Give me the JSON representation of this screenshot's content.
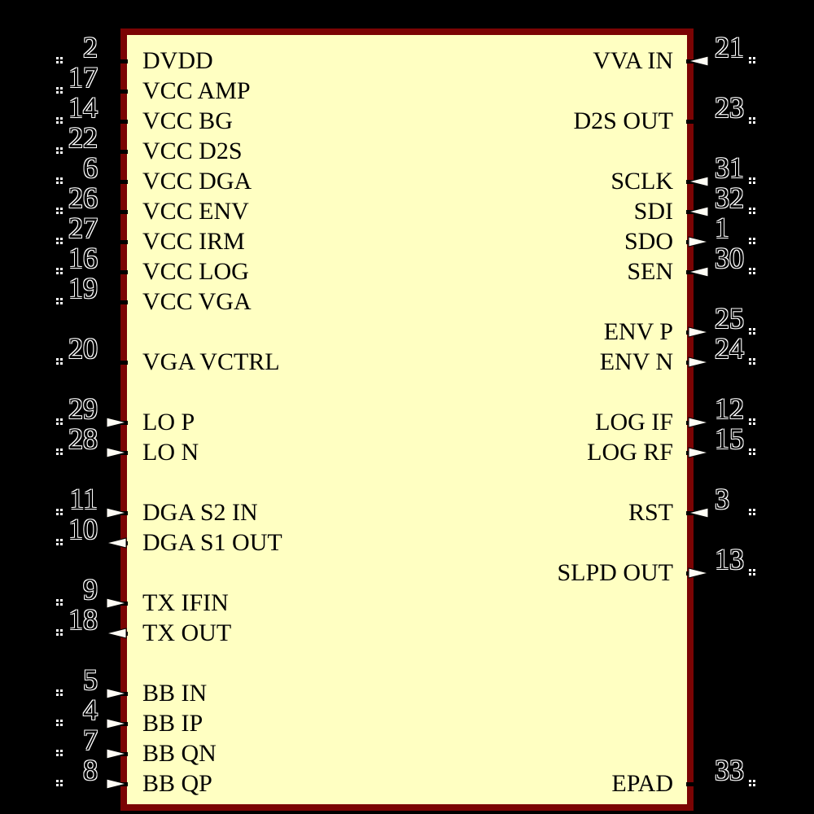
{
  "colors": {
    "background": "#000000",
    "body_fill": "#FFFFC2",
    "border_color": "#7B0404",
    "label_color": "#000000",
    "number_outline": "#FFFFFF",
    "arrow_fill": "#FFFDF5",
    "arrow_stroke": "#000000",
    "stub_color": "#000000",
    "dots_color": "#FFFFFF"
  },
  "symbol": {
    "left_pins": [
      {
        "number": "2",
        "label": "DVDD",
        "row": 1,
        "arrow": "none"
      },
      {
        "number": "17",
        "label": "VCC AMP",
        "row": 2,
        "arrow": "none"
      },
      {
        "number": "14",
        "label": "VCC BG",
        "row": 3,
        "arrow": "none"
      },
      {
        "number": "22",
        "label": "VCC D2S",
        "row": 4,
        "arrow": "none"
      },
      {
        "number": "6",
        "label": "VCC DGA",
        "row": 5,
        "arrow": "none"
      },
      {
        "number": "26",
        "label": "VCC ENV",
        "row": 6,
        "arrow": "none"
      },
      {
        "number": "27",
        "label": "VCC IRM",
        "row": 7,
        "arrow": "none"
      },
      {
        "number": "16",
        "label": "VCC LOG",
        "row": 8,
        "arrow": "none"
      },
      {
        "number": "19",
        "label": "VCC VGA",
        "row": 9,
        "arrow": "none"
      },
      {
        "number": "20",
        "label": "VGA VCTRL",
        "row": 11,
        "arrow": "none"
      },
      {
        "number": "29",
        "label": "LO P",
        "row": 13,
        "arrow": "in"
      },
      {
        "number": "28",
        "label": "LO N",
        "row": 14,
        "arrow": "in"
      },
      {
        "number": "11",
        "label": "DGA S2 IN",
        "row": 16,
        "arrow": "in"
      },
      {
        "number": "10",
        "label": "DGA S1 OUT",
        "row": 17,
        "arrow": "out"
      },
      {
        "number": "9",
        "label": "TX IFIN",
        "row": 19,
        "arrow": "in"
      },
      {
        "number": "18",
        "label": "TX OUT",
        "row": 20,
        "arrow": "out"
      },
      {
        "number": "5",
        "label": "BB IN",
        "row": 22,
        "arrow": "in"
      },
      {
        "number": "4",
        "label": "BB IP",
        "row": 23,
        "arrow": "in"
      },
      {
        "number": "7",
        "label": "BB QN",
        "row": 24,
        "arrow": "in"
      },
      {
        "number": "8",
        "label": "BB QP",
        "row": 25,
        "arrow": "in"
      }
    ],
    "right_pins": [
      {
        "number": "21",
        "label": "VVA IN",
        "row": 1,
        "arrow": "in"
      },
      {
        "number": "23",
        "label": "D2S OUT",
        "row": 3,
        "arrow": "none"
      },
      {
        "number": "31",
        "label": "SCLK",
        "row": 5,
        "arrow": "in"
      },
      {
        "number": "32",
        "label": "SDI",
        "row": 6,
        "arrow": "in"
      },
      {
        "number": "1",
        "label": "SDO",
        "row": 7,
        "arrow": "out"
      },
      {
        "number": "30",
        "label": "SEN",
        "row": 8,
        "arrow": "in"
      },
      {
        "number": "25",
        "label": "ENV P",
        "row": 10,
        "arrow": "out"
      },
      {
        "number": "24",
        "label": "ENV N",
        "row": 11,
        "arrow": "out"
      },
      {
        "number": "12",
        "label": "LOG IF",
        "row": 13,
        "arrow": "out"
      },
      {
        "number": "15",
        "label": "LOG RF",
        "row": 14,
        "arrow": "out"
      },
      {
        "number": "3",
        "label": "RST",
        "row": 16,
        "arrow": "in"
      },
      {
        "number": "13",
        "label": "SLPD OUT",
        "row": 18,
        "arrow": "out"
      },
      {
        "number": "33",
        "label": "EPAD",
        "row": 25,
        "arrow": "none"
      }
    ]
  }
}
